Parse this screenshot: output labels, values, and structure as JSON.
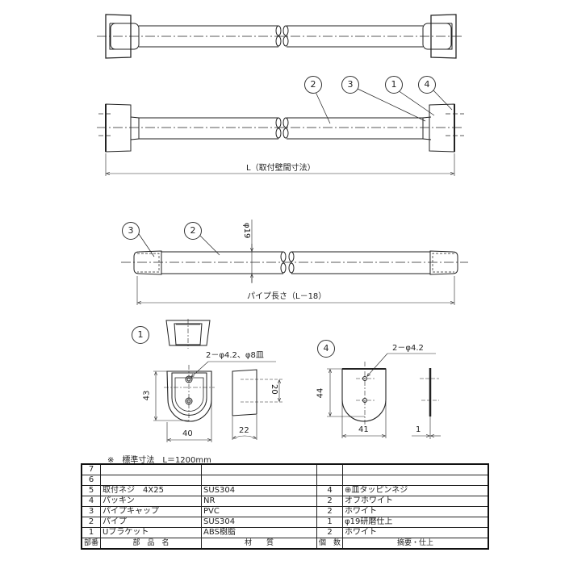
{
  "views": {
    "top_view": {
      "name": "plan-view-assembly"
    },
    "front_view": {
      "balloons": [
        "2",
        "3",
        "1",
        "4"
      ],
      "dimension_label": "L（取付壁間寸法）"
    },
    "pipe_view": {
      "balloons": [
        "3",
        "2"
      ],
      "diameter_label": "φ19",
      "dimension_label": "パイプ長さ（L－18）"
    },
    "bracket_detail": {
      "balloon": "1",
      "hole_callout": "2－φ4.2、φ8皿",
      "dim_height": "43",
      "dim_width": "40",
      "dim_side_hole_pitch": "20",
      "dim_depth": "22"
    },
    "gasket_detail": {
      "balloon": "4",
      "hole_callout": "2－φ4.2",
      "dim_height": "44",
      "dim_width": "41",
      "dim_thickness": "1"
    }
  },
  "note": "※　標準寸法　L＝1200mm",
  "parts_table": {
    "headers": {
      "no": "部番",
      "name": "部　品　名",
      "material": "材　　質",
      "qty": "個　数",
      "remarks": "摘要・仕上"
    },
    "rows": [
      {
        "no": "7",
        "name": "",
        "material": "",
        "qty": "",
        "remarks": ""
      },
      {
        "no": "6",
        "name": "",
        "material": "",
        "qty": "",
        "remarks": ""
      },
      {
        "no": "5",
        "name": "取付ネジ　4X25",
        "material": "SUS304",
        "qty": "4",
        "remarks": "⊕皿タッピンネジ"
      },
      {
        "no": "4",
        "name": "パッキン",
        "material": "NR",
        "qty": "2",
        "remarks": "オフホワイト"
      },
      {
        "no": "3",
        "name": "パイプキャップ",
        "material": "PVC",
        "qty": "2",
        "remarks": "ホワイト"
      },
      {
        "no": "2",
        "name": "パイプ",
        "material": "SUS304",
        "qty": "1",
        "remarks": "φ19研磨仕上"
      },
      {
        "no": "1",
        "name": "Uブラケット",
        "material": "ABS樹脂",
        "qty": "2",
        "remarks": "ホワイト"
      }
    ]
  }
}
